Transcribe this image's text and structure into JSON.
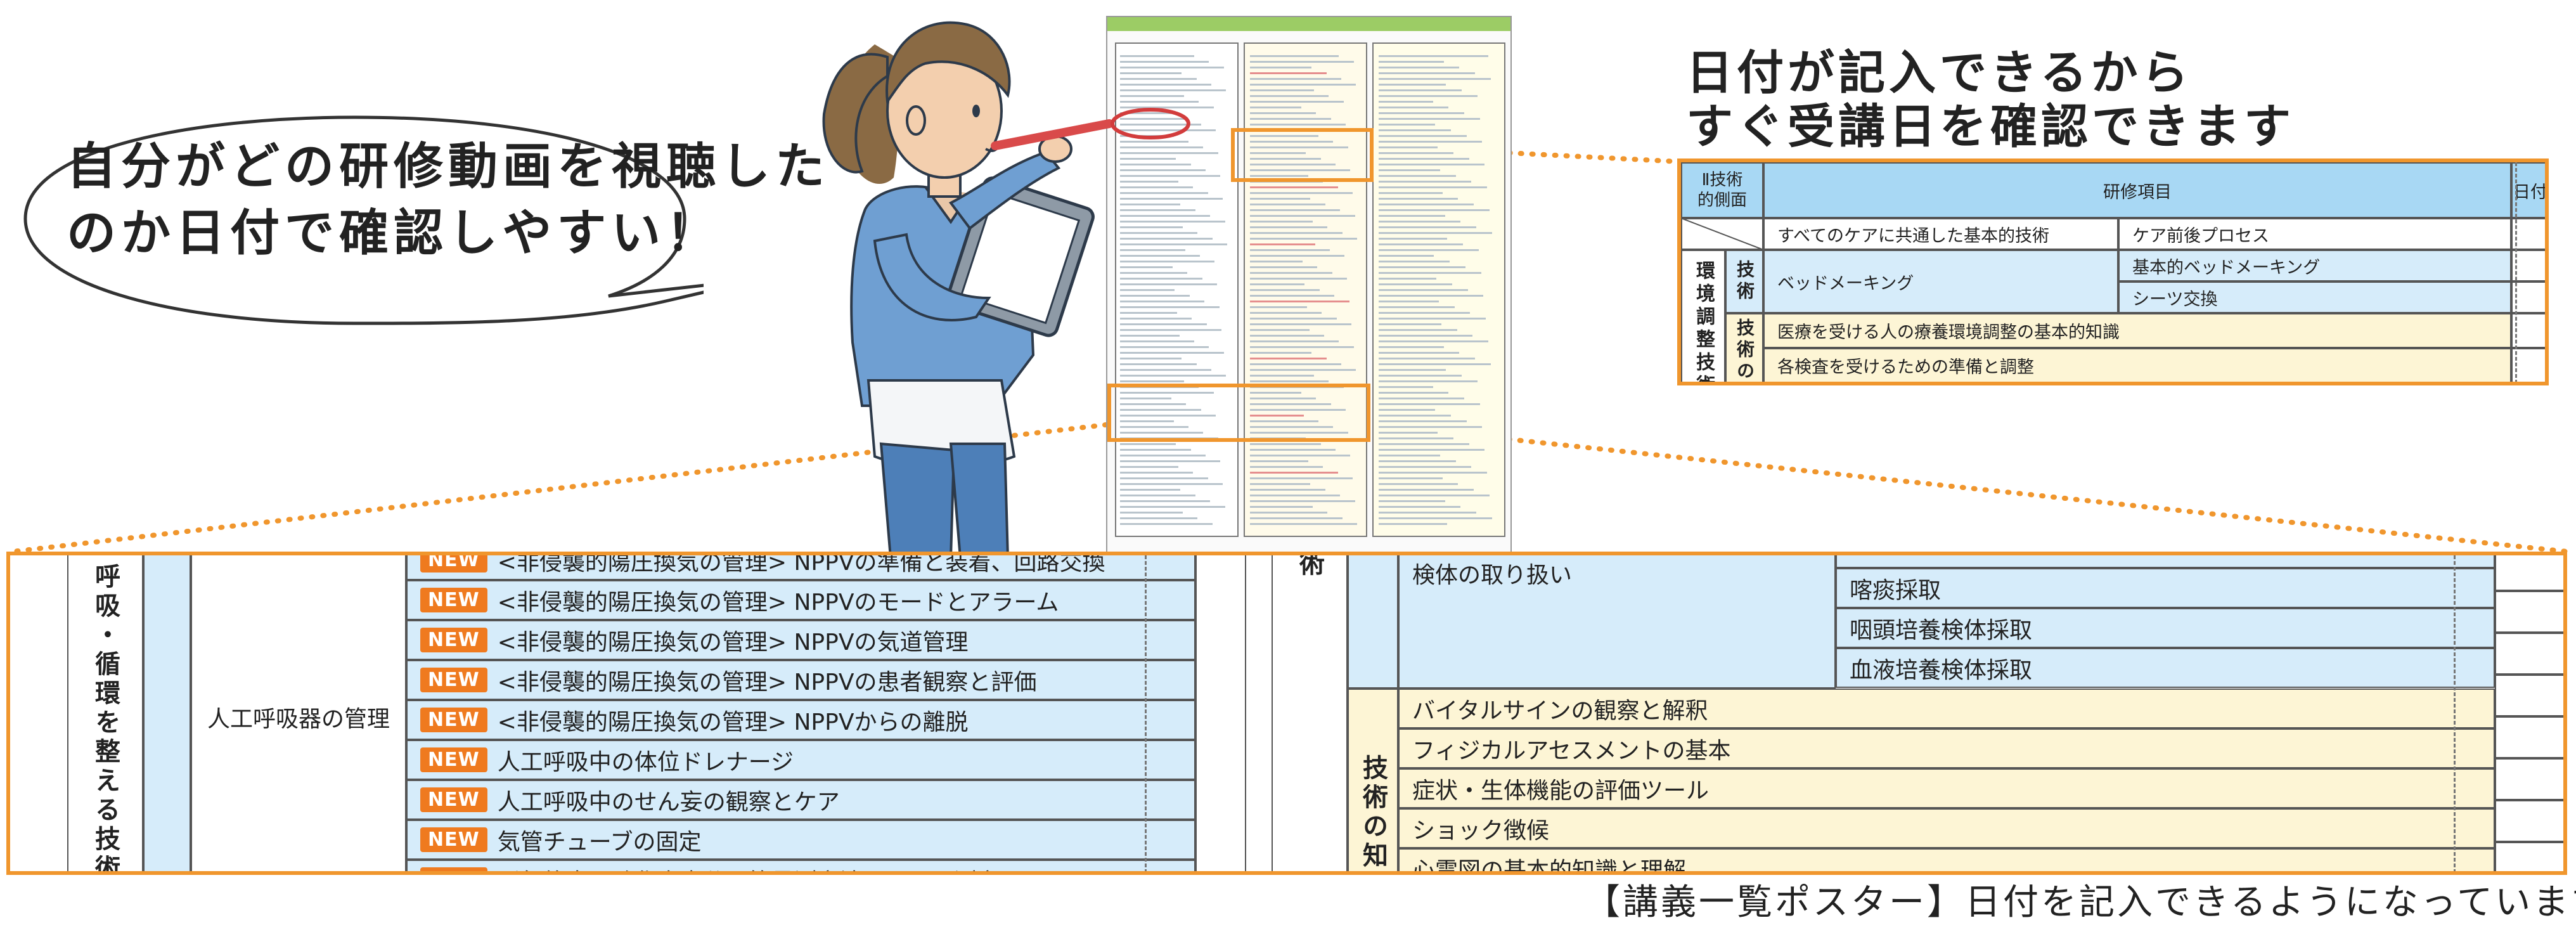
{
  "bubble": {
    "line1": "自分がどの研修動画を視聴した",
    "line2": "のか日付で確認しやすい！"
  },
  "heading": {
    "line1": "日付が記入できるから",
    "line2": "すぐ受講日を確認できます"
  },
  "top_table": {
    "side_header": [
      "Ⅱ技術",
      "的側面"
    ],
    "header_title": "研修項目",
    "date_header": "日付",
    "common": "すべてのケアに共通した基本的技術",
    "care_process": "ケア前後プロセス",
    "category": "環境調整技術",
    "sub_skill": "技術",
    "sub_knowledge": "技術の知",
    "bed_making": "ベッドメーキング",
    "rows_right": [
      "基本的ベッドメーキング",
      "シーツ交換"
    ],
    "knowledge_rows": [
      "医療を受ける人の療養環境調整の基本的知識",
      "各検査を受けるための準備と調整"
    ]
  },
  "bottom_left": {
    "category": "呼吸・循環を整える技術",
    "group": "人工呼吸器の管理",
    "new_badge": "NEW",
    "rows": [
      "<非侵襲的陽圧換気の管理> NPPVの準備と装着、回路交換",
      "<非侵襲的陽圧換気の管理> NPPVのモードとアラーム",
      "<非侵襲的陽圧換気の管理> NPPVの気道管理",
      "<非侵襲的陽圧換気の管理> NPPVの患者観察と評価",
      "<非侵襲的陽圧換気の管理> NPPVからの離脱",
      "人工呼吸中の体位ドレナージ",
      "人工呼吸中のせん妄の観察とケア",
      "気管チューブの固定",
      "呼気終末二酸化炭素分圧等量測定法の原理と測定"
    ]
  },
  "bottom_right": {
    "top_label": "術",
    "group": "検体の取り扱い",
    "specimen_rows": [
      "喀痰採取",
      "咽頭培養検体採取",
      "血液培養検体採取"
    ],
    "knowledge_label": "技術の知",
    "knowledge_rows": [
      "バイタルサインの観察と解釈",
      "フィジカルアセスメントの基本",
      "症状・生体機能の評価ツール",
      "ショック徴候",
      "心電図の基本的知識と理解"
    ]
  },
  "caption": "【講義一覧ポスター】日付を記入できるようになっています。",
  "colors": {
    "accent": "#f0962d",
    "new_badge": "#ef7a1f",
    "light_blue": "#d6ecfa",
    "header_blue": "#a8d8f4",
    "light_yellow": "#fdf5d5",
    "scrub_blue": "#6f9fd2"
  },
  "icons": [
    "nurse-illustration",
    "clipboard-icon",
    "pen-icon"
  ]
}
